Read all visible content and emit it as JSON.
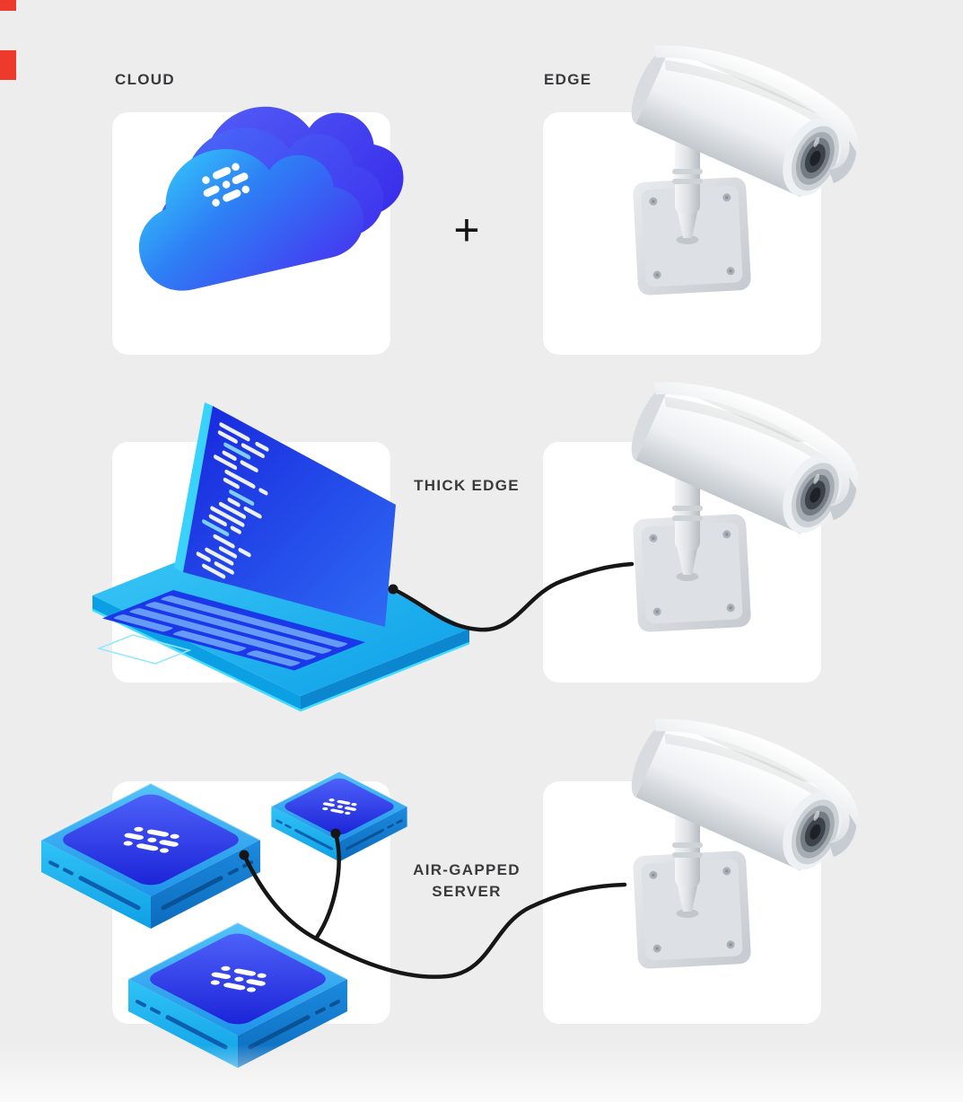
{
  "page": {
    "background": "#ededee",
    "card_background": "#ffffff",
    "bottom_fade": "#fafafa"
  },
  "labels": {
    "cloud": "CLOUD",
    "edge": "EDGE",
    "plus": "+",
    "thick_edge": "THICK EDGE",
    "air_gapped_line1": "AIR-GAPPED",
    "air_gapped_line2": "SERVER"
  },
  "rows": [
    {
      "left_icon": "cloud-icon",
      "left_label": "CLOUD",
      "connector": "plus-sign",
      "right_icon": "security-camera-icon",
      "right_label": "EDGE"
    },
    {
      "left_icon": "laptop-code-icon",
      "center_label": "THICK EDGE",
      "connector": "cable",
      "right_icon": "security-camera-icon"
    },
    {
      "left_icon": "server-stack-icon",
      "center_label": "AIR-GAPPED SERVER",
      "connector": "cable",
      "right_icon": "security-camera-icon"
    }
  ],
  "colors": {
    "label_text": "#3a3a3c",
    "plus_sign": "#141416",
    "cable": "#161616",
    "cloud_gradient": [
      "#35d6fb",
      "#2e7ef5",
      "#4634f0"
    ],
    "laptop_screen_blue": "#1d3bea",
    "laptop_base_cyan": "#1db4f2",
    "server_face_cyan": "#1fb5f0",
    "server_panel_indigo": "#2a36e8",
    "camera_body_white": "#eef1f3",
    "artifact_red": "#ee3a2c"
  }
}
